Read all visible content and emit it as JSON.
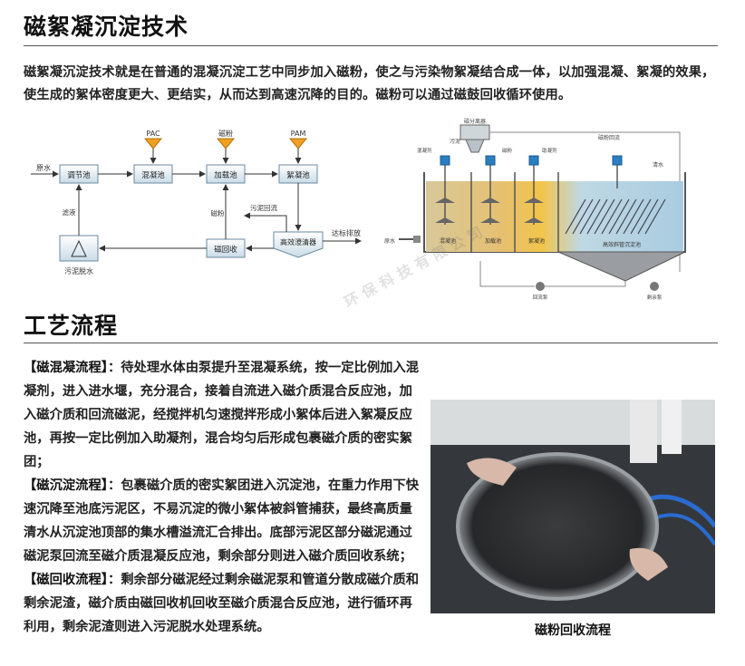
{
  "section1": {
    "title": "磁絮凝沉淀技术"
  },
  "intro": "磁絮凝沉淀技术就是在普通的混凝沉淀工艺中同步加入磁粉，使之与污染物絮凝结合成一体，以加强混凝、絮凝的效果，使生成的絮体密度更大、更结实，从而达到高速沉降的目的。磁粉可以通过磁鼓回收循环使用。",
  "flow": {
    "raw_water": "原水",
    "tank1": "调节池",
    "tank2": "混凝池",
    "tank3": "加载池",
    "tank4": "絮凝池",
    "pac": "PAC",
    "magnet_powder": "磁粉",
    "pam": "PAM",
    "filtrate": "滤液",
    "sludge_dewater": "污泥脱水",
    "magnetic_recovery": "磁回收",
    "magnet_powder_return": "磁粉",
    "sludge_return": "污泥回流",
    "clarifier": "高效澄清器",
    "discharge": "达标排放"
  },
  "tank_diagram": {
    "top_label": "磁分离器",
    "sludge_label": "污泥",
    "return_label": "磁粉回流",
    "clear_water": "清水",
    "raw_water": "原水",
    "zone1": "混凝池",
    "zone2": "加载池",
    "zone3": "絮凝池",
    "settling": "高效斜管沉淀池",
    "pump1": "回流泵",
    "pump2": "剩余泵",
    "reagent1": "混凝剂",
    "reagent2": "磁粉",
    "reagent3": "助凝剂"
  },
  "watermark": "环保科技有限公司",
  "section2": {
    "title": "工艺流程"
  },
  "process": [
    {
      "head": "【磁混凝流程】",
      "body": "：待处理水体由泵提升至混凝系统，按一定比例加入混凝剂，进入进水堰，充分混合，接着自流进入磁介质混合反应池，加入磁介质和回流磁泥，经搅拌机匀速搅拌形成小絮体后进入絮凝反应池，再按一定比例加入助凝剂，混合均匀后形成包裹磁介质的密实絮团；"
    },
    {
      "head": "【磁沉淀流程】",
      "body": "：包裹磁介质的密实絮团进入沉淀池，在重力作用下快速沉降至池底污泥区，不易沉淀的微小絮体被斜管捕获，最终高质量清水从沉淀池顶部的集水槽溢流汇合排出。底部污泥区部分磁泥通过磁泥泵回流至磁介质混凝反应池，剩余部分则进入磁介质回收系统；"
    },
    {
      "head": "【磁回收流程】",
      "body": "：剩余部分磁泥经过剩余磁泥泵和管道分散成磁介质和剩余泥渣，磁介质由磁回收机回收至磁介质混合反应池，进行循环再利用，剩余泥渣则进入污泥脱水处理系统。"
    }
  ],
  "photo_caption": "磁粉回收流程"
}
